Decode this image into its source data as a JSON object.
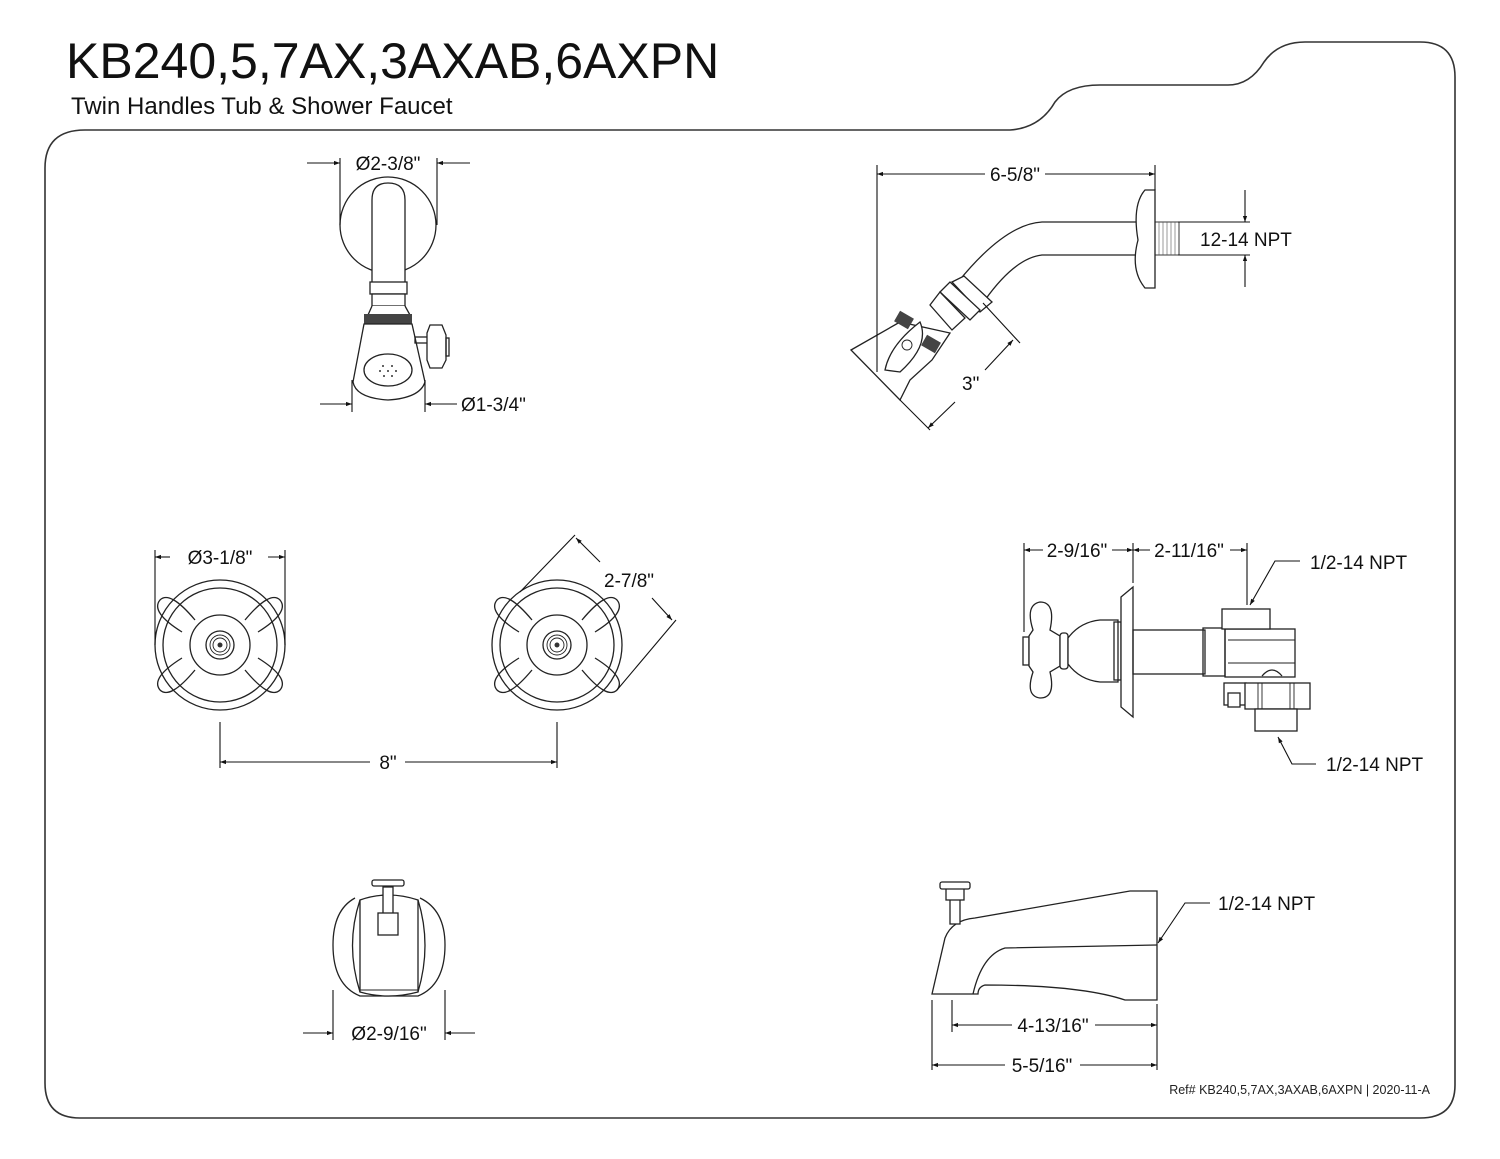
{
  "header": {
    "title": "KB240,5,7AX,3AXAB,6AXPN",
    "subtitle": "Twin Handles Tub & Shower Faucet"
  },
  "shower_front": {
    "flange_diameter": "Ø2-3/8\"",
    "head_diameter": "Ø1-3/4\""
  },
  "shower_side": {
    "reach": "6-5/8\"",
    "thread": "12-14 NPT",
    "head_length": "3\""
  },
  "handles_front": {
    "handle_diameter": "Ø3-1/8\"",
    "handle_height": "2-7/8\"",
    "spacing": "8\""
  },
  "valve_side": {
    "handle_projection": "2-9/16\"",
    "valve_depth": "2-11/16\"",
    "top_thread": "1/2-14 NPT",
    "bottom_thread": "1/2-14 NPT"
  },
  "spout_front": {
    "diameter": "Ø2-9/16\""
  },
  "spout_side": {
    "thread": "1/2-14 NPT",
    "reach_inner": "4-13/16\"",
    "reach_total": "5-5/16\""
  },
  "footer": {
    "reference": "Ref# KB240,5,7AX,3AXAB,6AXPN | 2020-11-A"
  }
}
